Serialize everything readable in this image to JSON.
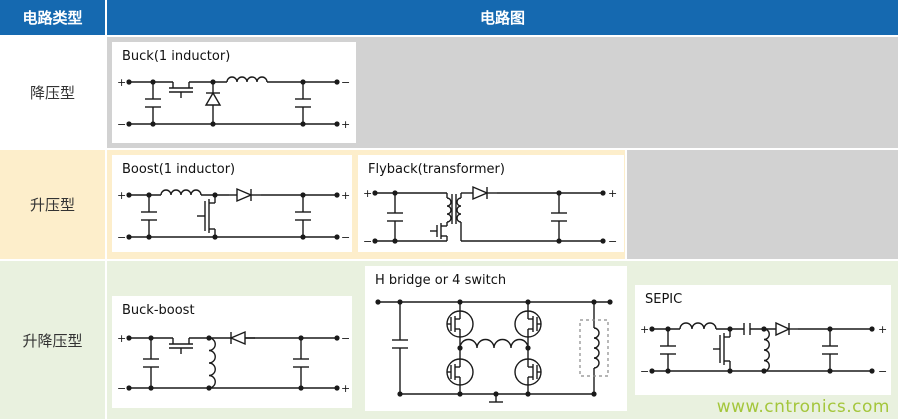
{
  "header": {
    "type_col": "电路类型",
    "diagram_col": "电路图"
  },
  "rows": [
    {
      "label": "降压型",
      "circuits": [
        "buck"
      ]
    },
    {
      "label": "升压型",
      "circuits": [
        "boost",
        "flyback"
      ]
    },
    {
      "label": "升降压型",
      "circuits": [
        "buckboost",
        "hbridge",
        "sepic"
      ]
    }
  ],
  "circuits": {
    "buck": {
      "title": "Buck(1 inductor)",
      "in_top": "+",
      "in_bottom": "−",
      "out_top": "−",
      "out_bottom": "+"
    },
    "boost": {
      "title": "Boost(1 inductor)",
      "in_top": "+",
      "in_bottom": "−",
      "out_top": "+",
      "out_bottom": "−"
    },
    "flyback": {
      "title": "Flyback(transformer)",
      "in_top": "+",
      "in_bottom": "−",
      "out_top": "+",
      "out_bottom": "−"
    },
    "buckboost": {
      "title": "Buck-boost",
      "in_top": "+",
      "in_bottom": "−",
      "out_top": "−",
      "out_bottom": "+"
    },
    "hbridge": {
      "title": "H bridge or 4 switch"
    },
    "sepic": {
      "title": "SEPIC",
      "in_top": "+",
      "in_bottom": "−",
      "out_top": "+",
      "out_bottom": "−"
    }
  },
  "watermark": "www.cntronics.com",
  "colors": {
    "header_bg": "#1569b0",
    "row1_bg": "#ffffff",
    "row2_bg": "#fdeecb",
    "row3_bg": "#e9f1df",
    "empty_bg": "#d2d2d2",
    "watermark": "#a4c63c",
    "schematic_stroke": "#1a1a1a"
  }
}
